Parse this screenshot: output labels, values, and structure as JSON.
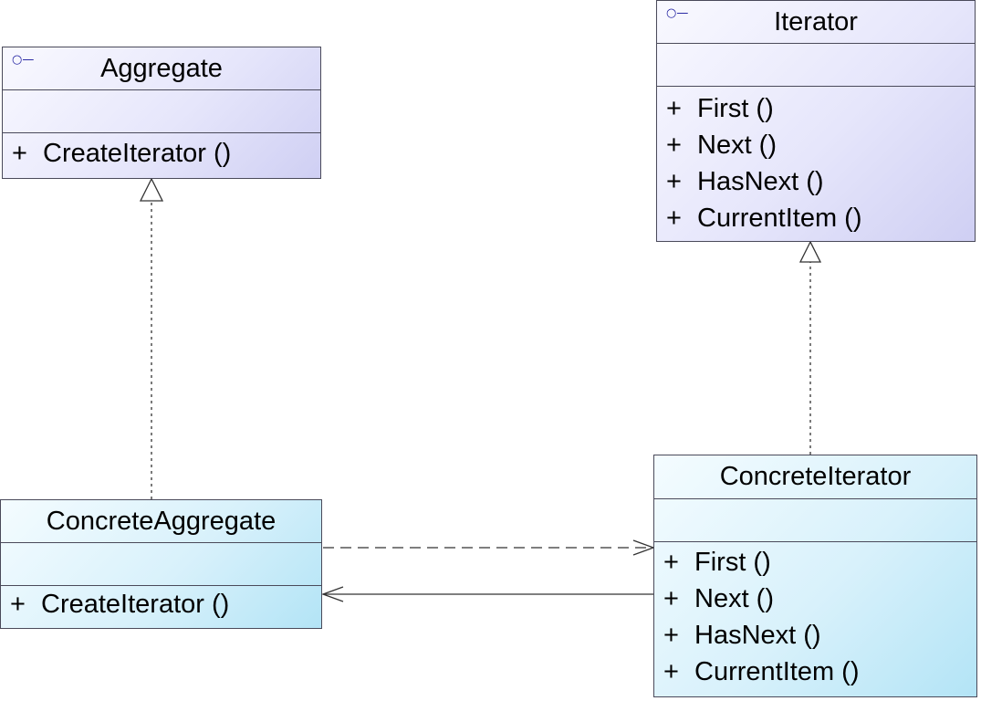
{
  "classes": {
    "aggregate": {
      "name": "Aggregate",
      "stereotype_glyph": "○—",
      "operations": [
        {
          "visibility": "+",
          "signature": "CreateIterator ()"
        }
      ]
    },
    "iterator": {
      "name": "Iterator",
      "stereotype_glyph": "○—",
      "operations": [
        {
          "visibility": "+",
          "signature": "First ()"
        },
        {
          "visibility": "+",
          "signature": "Next ()"
        },
        {
          "visibility": "+",
          "signature": "HasNext ()"
        },
        {
          "visibility": "+",
          "signature": "CurrentItem ()"
        }
      ]
    },
    "concrete_aggregate": {
      "name": "ConcreteAggregate",
      "operations": [
        {
          "visibility": "+",
          "signature": "CreateIterator ()"
        }
      ]
    },
    "concrete_iterator": {
      "name": "ConcreteIterator",
      "operations": [
        {
          "visibility": "+",
          "signature": "First ()"
        },
        {
          "visibility": "+",
          "signature": "Next ()"
        },
        {
          "visibility": "+",
          "signature": "HasNext ()"
        },
        {
          "visibility": "+",
          "signature": "CurrentItem ()"
        }
      ]
    }
  },
  "relationships": [
    {
      "type": "realization",
      "from": "concrete_aggregate",
      "to": "aggregate"
    },
    {
      "type": "realization",
      "from": "concrete_iterator",
      "to": "iterator"
    },
    {
      "type": "dependency",
      "from": "concrete_aggregate",
      "to": "concrete_iterator"
    },
    {
      "type": "association",
      "from": "concrete_iterator",
      "to": "concrete_aggregate"
    }
  ],
  "colors": {
    "interface_fill": "#e6e6fb",
    "concrete_fill": "#d8f1fb",
    "border": "#4a4a5a",
    "line": "#333333"
  }
}
